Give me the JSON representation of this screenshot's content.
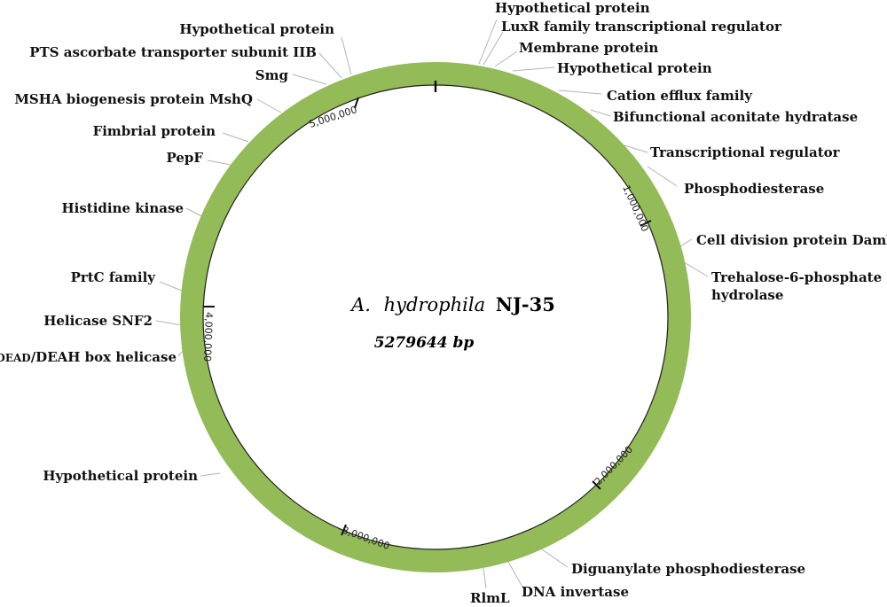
{
  "genome": {
    "genus": "A.",
    "species": "hydrophila",
    "strain": "NJ-35",
    "size_label": "5279644 bp",
    "length_bp": 5279644,
    "ring_color": "#93bb57"
  },
  "ticks": [
    {
      "position": 0,
      "label": ""
    },
    {
      "position": 1000000,
      "label": "1,000,000"
    },
    {
      "position": 2000000,
      "label": "2,000,000"
    },
    {
      "position": 3000000,
      "label": "3,000,000"
    },
    {
      "position": 4000000,
      "label": "4,000,000"
    },
    {
      "position": 5000000,
      "label": "5,000,000"
    }
  ],
  "genes": [
    {
      "name": "Hypothetical protein",
      "position": 75000
    },
    {
      "name": "LuxR family transcriptional regulator",
      "position": 80000
    },
    {
      "name": "Membrane protein",
      "position": 105000
    },
    {
      "name": "Hypothetical protein",
      "position": 150000
    },
    {
      "name": "Cation efflux family",
      "position": 250000
    },
    {
      "name": "Bifunctional aconitate hydratase",
      "position": 320000
    },
    {
      "name": "Transcriptional regulator",
      "position": 560000
    },
    {
      "name": "Phosphodiesterase",
      "position": 690000
    },
    {
      "name": "Cell division protein DamX",
      "position": 1120000
    },
    {
      "name": "Trehalose-6-phosphate hydrolase",
      "position": 1180000
    },
    {
      "name": "Diguanylate phosphodiesterase",
      "position": 2450000
    },
    {
      "name": "DNA invertase",
      "position": 2560000
    },
    {
      "name": "RlmL",
      "position": 2640000
    },
    {
      "name": "Hypothetical protein",
      "position": 3510000
    },
    {
      "name": "DEAD/DEAH box helicase",
      "position": 3970000
    },
    {
      "name": "Helicase SNF2",
      "position": 4030000
    },
    {
      "name": "PrtC family",
      "position": 4190000
    },
    {
      "name": "Histidine kinase",
      "position": 4480000
    },
    {
      "name": "PepF",
      "position": 4710000
    },
    {
      "name": "Fimbrial protein",
      "position": 4790000
    },
    {
      "name": "MSHA biogenesis protein MshQ",
      "position": 4930000
    },
    {
      "name": "Smg",
      "position": 5100000
    },
    {
      "name": "PTS ascorbate transporter subunit IIB",
      "position": 5140000
    },
    {
      "name": "Hypothetical protein",
      "position": 5160000
    }
  ]
}
